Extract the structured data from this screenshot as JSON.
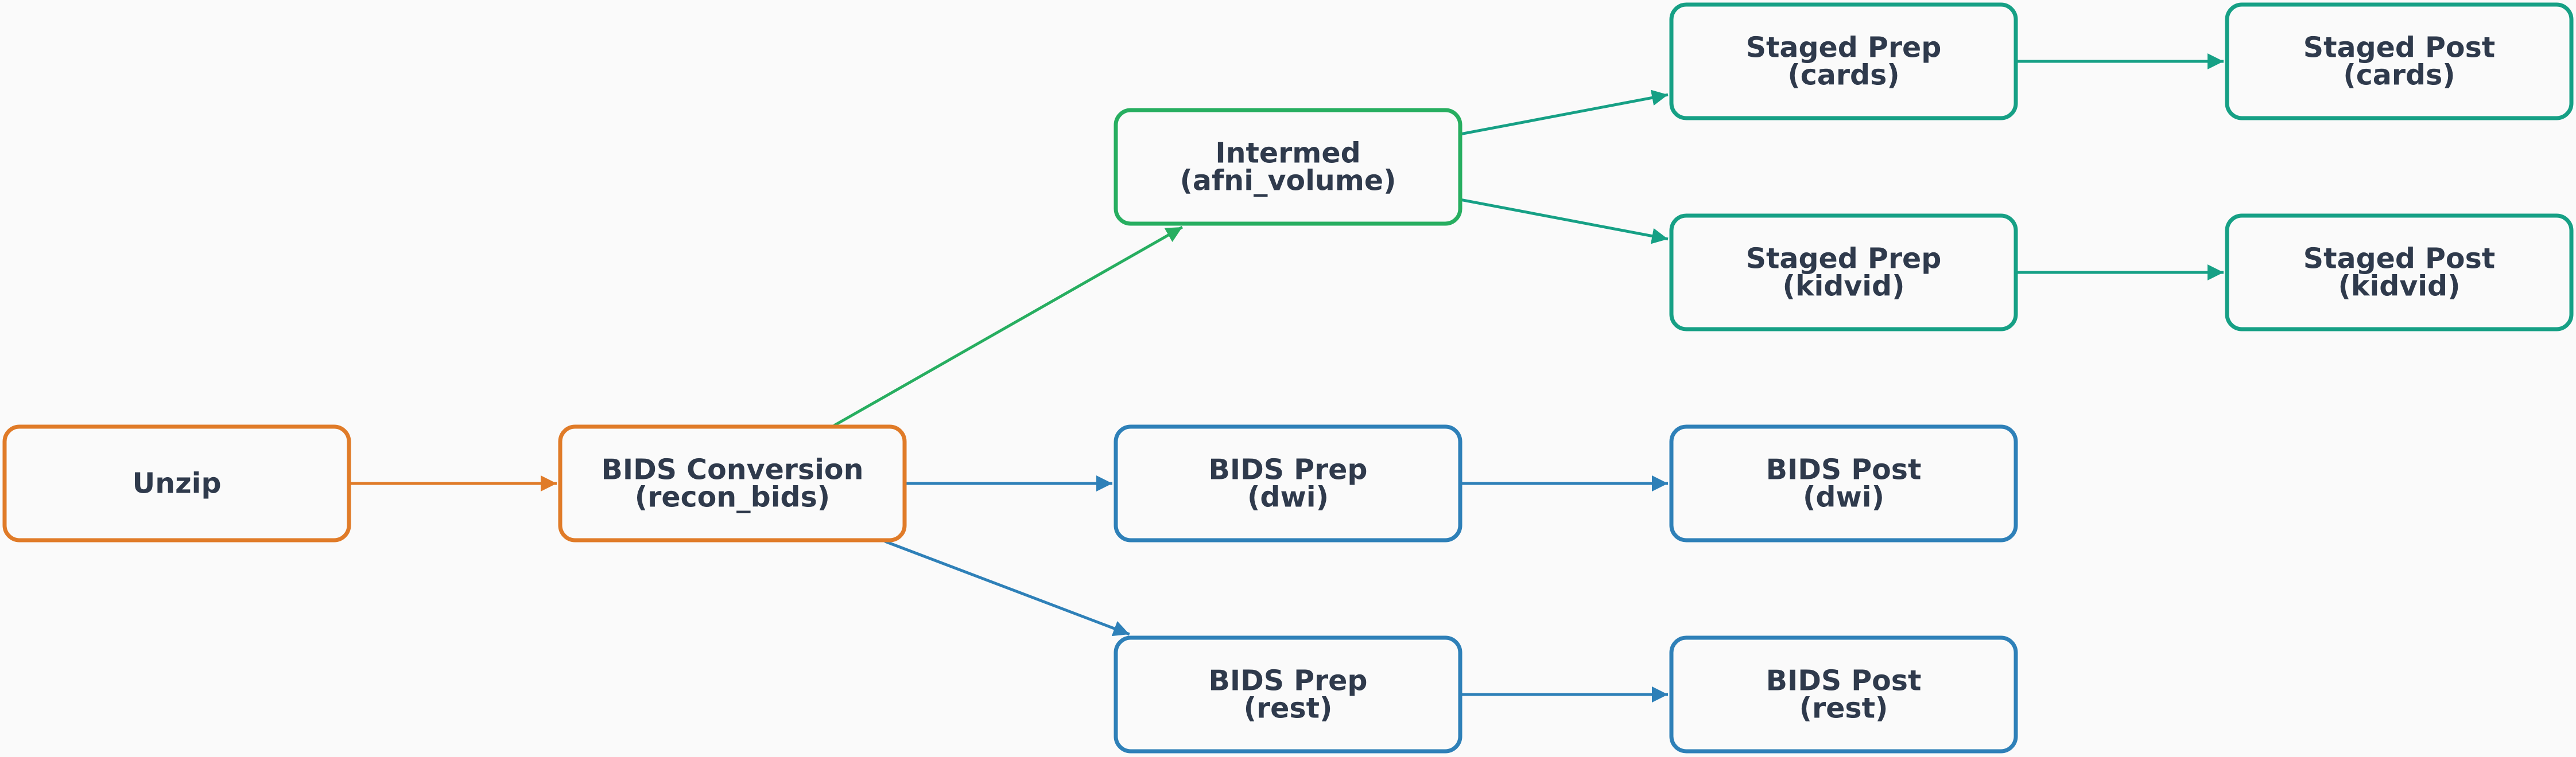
{
  "colors": {
    "background": "#fafafa",
    "text": "#2f3a4c",
    "orange": "#e07b28",
    "green": "#27ae60",
    "teal": "#16a085",
    "blue": "#2e80b8"
  },
  "nodes": [
    {
      "id": "unzip",
      "color": "orange",
      "lines": [
        "Unzip"
      ]
    },
    {
      "id": "bids-conversion",
      "color": "orange",
      "lines": [
        "BIDS Conversion",
        "(recon_bids)"
      ]
    },
    {
      "id": "intermed",
      "color": "green",
      "lines": [
        "Intermed",
        "(afni_volume)"
      ]
    },
    {
      "id": "staged-prep-cards",
      "color": "teal",
      "lines": [
        "Staged Prep",
        "(cards)"
      ]
    },
    {
      "id": "staged-post-cards",
      "color": "teal",
      "lines": [
        "Staged Post",
        "(cards)"
      ]
    },
    {
      "id": "staged-prep-kidvid",
      "color": "teal",
      "lines": [
        "Staged Prep",
        "(kidvid)"
      ]
    },
    {
      "id": "staged-post-kidvid",
      "color": "teal",
      "lines": [
        "Staged Post",
        "(kidvid)"
      ]
    },
    {
      "id": "bids-prep-dwi",
      "color": "blue",
      "lines": [
        "BIDS Prep",
        "(dwi)"
      ]
    },
    {
      "id": "bids-post-dwi",
      "color": "blue",
      "lines": [
        "BIDS Post",
        "(dwi)"
      ]
    },
    {
      "id": "bids-prep-rest",
      "color": "blue",
      "lines": [
        "BIDS Prep",
        "(rest)"
      ]
    },
    {
      "id": "bids-post-rest",
      "color": "blue",
      "lines": [
        "BIDS Post",
        "(rest)"
      ]
    }
  ],
  "edges": [
    {
      "from": "unzip",
      "to": "bids-conversion",
      "color": "orange"
    },
    {
      "from": "bids-conversion",
      "to": "intermed",
      "color": "green"
    },
    {
      "from": "bids-conversion",
      "to": "bids-prep-dwi",
      "color": "blue"
    },
    {
      "from": "bids-conversion",
      "to": "bids-prep-rest",
      "color": "blue"
    },
    {
      "from": "intermed",
      "to": "staged-prep-cards",
      "color": "teal"
    },
    {
      "from": "intermed",
      "to": "staged-prep-kidvid",
      "color": "teal"
    },
    {
      "from": "staged-prep-cards",
      "to": "staged-post-cards",
      "color": "teal"
    },
    {
      "from": "staged-prep-kidvid",
      "to": "staged-post-kidvid",
      "color": "teal"
    },
    {
      "from": "bids-prep-dwi",
      "to": "bids-post-dwi",
      "color": "blue"
    },
    {
      "from": "bids-prep-rest",
      "to": "bids-post-rest",
      "color": "blue"
    }
  ]
}
